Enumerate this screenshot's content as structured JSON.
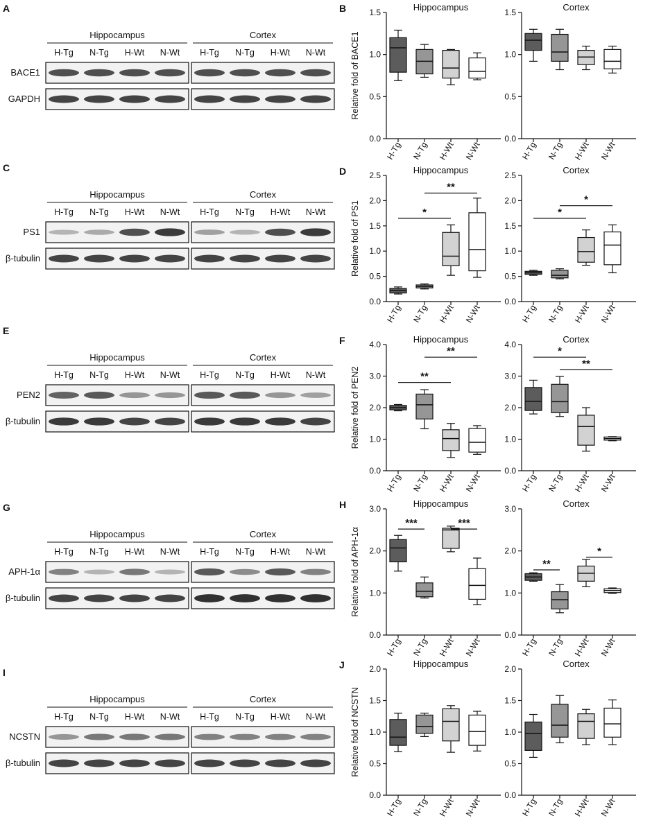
{
  "figure": {
    "colors": {
      "H-Tg": "#5c5c5c",
      "N-Tg": "#969696",
      "H-Wt": "#d2d2d2",
      "N-Wt": "#ffffff",
      "band": "#262626",
      "line": "#111111"
    }
  },
  "blots": [
    {
      "panel": "A",
      "region_labels": [
        "Hippocampus",
        "Cortex"
      ],
      "lanes": [
        "H-Tg",
        "N-Tg",
        "H-Wt",
        "N-Wt",
        "H-Tg",
        "N-Tg",
        "H-Wt",
        "N-Wt"
      ],
      "rows": [
        {
          "label": "BACE1",
          "intensity": [
            0.8,
            0.8,
            0.8,
            0.8,
            0.8,
            0.8,
            0.8,
            0.8
          ]
        },
        {
          "label": "GAPDH",
          "intensity": [
            0.85,
            0.85,
            0.85,
            0.85,
            0.85,
            0.85,
            0.85,
            0.85
          ]
        }
      ]
    },
    {
      "panel": "C",
      "region_labels": [
        "Hippocampus",
        "Cortex"
      ],
      "lanes": [
        "H-Tg",
        "N-Tg",
        "H-Wt",
        "N-Wt",
        "H-Tg",
        "N-Tg",
        "H-Wt",
        "N-Wt"
      ],
      "rows": [
        {
          "label": "PS1",
          "intensity": [
            0.3,
            0.35,
            0.8,
            0.9,
            0.4,
            0.3,
            0.8,
            0.9
          ]
        },
        {
          "label": "β-tubulin",
          "intensity": [
            0.85,
            0.85,
            0.85,
            0.85,
            0.85,
            0.85,
            0.85,
            0.85
          ]
        }
      ]
    },
    {
      "panel": "E",
      "region_labels": [
        "Hippocampus",
        "Cortex"
      ],
      "lanes": [
        "H-Tg",
        "N-Tg",
        "H-Wt",
        "N-Wt",
        "H-Tg",
        "N-Tg",
        "H-Wt",
        "N-Wt"
      ],
      "rows": [
        {
          "label": "PEN2",
          "intensity": [
            0.7,
            0.75,
            0.45,
            0.45,
            0.75,
            0.75,
            0.45,
            0.4
          ]
        },
        {
          "label": "β-tubulin",
          "intensity": [
            0.9,
            0.9,
            0.85,
            0.85,
            0.9,
            0.9,
            0.9,
            0.85
          ]
        }
      ]
    },
    {
      "panel": "G",
      "region_labels": [
        "Hippocampus",
        "Cortex"
      ],
      "lanes": [
        "H-Tg",
        "N-Tg",
        "H-Wt",
        "N-Wt",
        "H-Tg",
        "N-Tg",
        "H-Wt",
        "N-Wt"
      ],
      "rows": [
        {
          "label": "APH-1α",
          "intensity": [
            0.55,
            0.3,
            0.6,
            0.3,
            0.75,
            0.5,
            0.75,
            0.55
          ]
        },
        {
          "label": "β-tubulin",
          "intensity": [
            0.85,
            0.85,
            0.85,
            0.85,
            0.95,
            0.95,
            0.95,
            0.95
          ]
        }
      ]
    },
    {
      "panel": "I",
      "region_labels": [
        "Hippocampus",
        "Cortex"
      ],
      "lanes": [
        "H-Tg",
        "N-Tg",
        "H-Wt",
        "N-Wt",
        "H-Tg",
        "N-Tg",
        "H-Wt",
        "N-Wt"
      ],
      "rows": [
        {
          "label": "NCSTN",
          "intensity": [
            0.45,
            0.6,
            0.6,
            0.6,
            0.55,
            0.55,
            0.55,
            0.55
          ]
        },
        {
          "label": "β-tubulin",
          "intensity": [
            0.85,
            0.85,
            0.85,
            0.85,
            0.85,
            0.85,
            0.85,
            0.85
          ]
        }
      ]
    }
  ],
  "chart_data": [
    {
      "panel": "B",
      "type": "box",
      "title": "Hippocampus",
      "ylabel": "Relative fold of BACE1",
      "ylim": [
        0,
        1.5
      ],
      "yticks": [
        0.0,
        0.5,
        1.0,
        1.5
      ],
      "tick_format": "0.0",
      "categories": [
        "H-Tg",
        "N-Tg",
        "H-Wt",
        "N-Wt"
      ],
      "boxes": [
        {
          "min": 0.69,
          "q1": 0.79,
          "median": 1.08,
          "q3": 1.2,
          "max": 1.29
        },
        {
          "min": 0.73,
          "q1": 0.77,
          "median": 0.92,
          "q3": 1.06,
          "max": 1.12
        },
        {
          "min": 0.64,
          "q1": 0.72,
          "median": 0.84,
          "q3": 1.05,
          "max": 1.06
        },
        {
          "min": 0.7,
          "q1": 0.72,
          "median": 0.8,
          "q3": 0.96,
          "max": 1.02
        }
      ],
      "significance": []
    },
    {
      "panel": "B",
      "type": "box",
      "title": "Cortex",
      "ylabel": "",
      "ylim": [
        0,
        1.5
      ],
      "yticks": [
        0.0,
        0.5,
        1.0,
        1.5
      ],
      "tick_format": "0.0",
      "categories": [
        "H-Tg",
        "N-Tg",
        "H-Wt",
        "N-Wt"
      ],
      "boxes": [
        {
          "min": 0.92,
          "q1": 1.05,
          "median": 1.17,
          "q3": 1.25,
          "max": 1.3
        },
        {
          "min": 0.82,
          "q1": 0.92,
          "median": 1.03,
          "q3": 1.24,
          "max": 1.3
        },
        {
          "min": 0.82,
          "q1": 0.88,
          "median": 0.97,
          "q3": 1.05,
          "max": 1.1
        },
        {
          "min": 0.78,
          "q1": 0.83,
          "median": 0.92,
          "q3": 1.06,
          "max": 1.1
        }
      ],
      "significance": []
    },
    {
      "panel": "D",
      "type": "box",
      "title": "Hippocampus",
      "ylabel": "Relative fold of PS1",
      "ylim": [
        0,
        2.5
      ],
      "yticks": [
        0.0,
        0.5,
        1.0,
        1.5,
        2.0,
        2.5
      ],
      "tick_format": "0.0",
      "categories": [
        "H-Tg",
        "N-Tg",
        "H-Wt",
        "N-Wt"
      ],
      "boxes": [
        {
          "min": 0.15,
          "q1": 0.17,
          "median": 0.22,
          "q3": 0.26,
          "max": 0.29
        },
        {
          "min": 0.25,
          "q1": 0.27,
          "median": 0.3,
          "q3": 0.33,
          "max": 0.35
        },
        {
          "min": 0.52,
          "q1": 0.71,
          "median": 0.9,
          "q3": 1.37,
          "max": 1.52
        },
        {
          "min": 0.48,
          "q1": 0.61,
          "median": 1.03,
          "q3": 1.76,
          "max": 2.05
        }
      ],
      "significance": [
        {
          "from": 0,
          "to": 2,
          "y": 1.65,
          "label": "*"
        },
        {
          "from": 1,
          "to": 3,
          "y": 2.15,
          "label": "**"
        }
      ]
    },
    {
      "panel": "D",
      "type": "box",
      "title": "Cortex",
      "ylabel": "",
      "ylim": [
        0,
        2.5
      ],
      "yticks": [
        0.0,
        0.5,
        1.0,
        1.5,
        2.0,
        2.5
      ],
      "tick_format": "0.0",
      "categories": [
        "H-Tg",
        "N-Tg",
        "H-Wt",
        "N-Wt"
      ],
      "boxes": [
        {
          "min": 0.52,
          "q1": 0.54,
          "median": 0.57,
          "q3": 0.6,
          "max": 0.62
        },
        {
          "min": 0.45,
          "q1": 0.47,
          "median": 0.52,
          "q3": 0.62,
          "max": 0.65
        },
        {
          "min": 0.72,
          "q1": 0.78,
          "median": 0.99,
          "q3": 1.27,
          "max": 1.42
        },
        {
          "min": 0.57,
          "q1": 0.73,
          "median": 1.12,
          "q3": 1.38,
          "max": 1.52
        }
      ],
      "significance": [
        {
          "from": 0,
          "to": 2,
          "y": 1.65,
          "label": "*"
        },
        {
          "from": 1,
          "to": 3,
          "y": 1.9,
          "label": "*"
        }
      ]
    },
    {
      "panel": "F",
      "type": "box",
      "title": "Hippocampus",
      "ylabel": "Relative fold of PEN2",
      "ylim": [
        0,
        4.0
      ],
      "yticks": [
        0.0,
        1.0,
        2.0,
        3.0,
        4.0
      ],
      "tick_format": "0.0",
      "categories": [
        "H-Tg",
        "N-Tg",
        "H-Wt",
        "N-Wt"
      ],
      "boxes": [
        {
          "min": 1.9,
          "q1": 1.93,
          "median": 2.0,
          "q3": 2.07,
          "max": 2.1
        },
        {
          "min": 1.33,
          "q1": 1.64,
          "median": 2.09,
          "q3": 2.43,
          "max": 2.57
        },
        {
          "min": 0.42,
          "q1": 0.64,
          "median": 1.02,
          "q3": 1.3,
          "max": 1.5
        },
        {
          "min": 0.52,
          "q1": 0.59,
          "median": 0.9,
          "q3": 1.34,
          "max": 1.43
        }
      ],
      "significance": [
        {
          "from": 0,
          "to": 2,
          "y": 2.8,
          "label": "**"
        },
        {
          "from": 1,
          "to": 3,
          "y": 3.6,
          "label": "**"
        }
      ]
    },
    {
      "panel": "F",
      "type": "box",
      "title": "Cortex",
      "ylabel": "",
      "ylim": [
        0,
        4.0
      ],
      "yticks": [
        0.0,
        1.0,
        2.0,
        3.0,
        4.0
      ],
      "tick_format": "0.0",
      "categories": [
        "H-Tg",
        "N-Tg",
        "H-Wt",
        "N-Wt"
      ],
      "boxes": [
        {
          "min": 1.8,
          "q1": 1.91,
          "median": 2.2,
          "q3": 2.64,
          "max": 2.87
        },
        {
          "min": 1.72,
          "q1": 1.84,
          "median": 2.19,
          "q3": 2.74,
          "max": 2.99
        },
        {
          "min": 0.62,
          "q1": 0.81,
          "median": 1.4,
          "q3": 1.76,
          "max": 2.0
        },
        {
          "min": 0.95,
          "q1": 0.97,
          "median": 1.02,
          "q3": 1.07,
          "max": 1.08
        }
      ],
      "significance": [
        {
          "from": 0,
          "to": 2,
          "y": 3.6,
          "label": "*"
        },
        {
          "from": 1,
          "to": 3,
          "y": 3.2,
          "label": "**"
        }
      ]
    },
    {
      "panel": "H",
      "type": "box",
      "title": "Hippocampus",
      "ylabel": "Relative fold of APH-1α",
      "ylim": [
        0,
        3.0
      ],
      "yticks": [
        0.0,
        1.0,
        2.0,
        3.0
      ],
      "tick_format": "0.0",
      "categories": [
        "H-Tg",
        "N-Tg",
        "H-Wt",
        "N-Wt"
      ],
      "boxes": [
        {
          "min": 1.52,
          "q1": 1.74,
          "median": 2.07,
          "q3": 2.27,
          "max": 2.37
        },
        {
          "min": 0.88,
          "q1": 0.91,
          "median": 1.04,
          "q3": 1.24,
          "max": 1.38
        },
        {
          "min": 1.98,
          "q1": 2.06,
          "median": 2.5,
          "q3": 2.54,
          "max": 2.59
        },
        {
          "min": 0.72,
          "q1": 0.85,
          "median": 1.18,
          "q3": 1.58,
          "max": 1.83
        }
      ],
      "significance": [
        {
          "from": 0,
          "to": 1,
          "y": 2.52,
          "label": "***"
        },
        {
          "from": 2,
          "to": 3,
          "y": 2.52,
          "label": "***"
        }
      ]
    },
    {
      "panel": "H",
      "type": "box",
      "title": "Cortex",
      "ylabel": "",
      "ylim": [
        0,
        3.0
      ],
      "yticks": [
        0.0,
        1.0,
        2.0,
        3.0
      ],
      "tick_format": "0.0",
      "categories": [
        "H-Tg",
        "N-Tg",
        "H-Wt",
        "N-Wt"
      ],
      "boxes": [
        {
          "min": 1.28,
          "q1": 1.3,
          "median": 1.38,
          "q3": 1.46,
          "max": 1.48
        },
        {
          "min": 0.53,
          "q1": 0.62,
          "median": 0.84,
          "q3": 1.03,
          "max": 1.2
        },
        {
          "min": 1.15,
          "q1": 1.28,
          "median": 1.47,
          "q3": 1.64,
          "max": 1.8
        },
        {
          "min": 0.99,
          "q1": 1.01,
          "median": 1.06,
          "q3": 1.1,
          "max": 1.12
        }
      ],
      "significance": [
        {
          "from": 0,
          "to": 1,
          "y": 1.55,
          "label": "**"
        },
        {
          "from": 2,
          "to": 3,
          "y": 1.85,
          "label": "*"
        }
      ]
    },
    {
      "panel": "J",
      "type": "box",
      "title": "Hippocampus",
      "ylabel": "Relative fold of NCSTN",
      "ylim": [
        0,
        2.0
      ],
      "yticks": [
        0.0,
        0.5,
        1.0,
        1.5,
        2.0
      ],
      "tick_format": "0.0",
      "categories": [
        "H-Tg",
        "N-Tg",
        "H-Wt",
        "N-Wt"
      ],
      "boxes": [
        {
          "min": 0.69,
          "q1": 0.79,
          "median": 0.92,
          "q3": 1.2,
          "max": 1.3
        },
        {
          "min": 0.93,
          "q1": 0.98,
          "median": 1.09,
          "q3": 1.27,
          "max": 1.3
        },
        {
          "min": 0.68,
          "q1": 0.86,
          "median": 1.17,
          "q3": 1.37,
          "max": 1.42
        },
        {
          "min": 0.7,
          "q1": 0.79,
          "median": 1.01,
          "q3": 1.27,
          "max": 1.33
        }
      ],
      "significance": []
    },
    {
      "panel": "J",
      "type": "box",
      "title": "Cortex",
      "ylabel": "",
      "ylim": [
        0,
        2.0
      ],
      "yticks": [
        0.0,
        0.5,
        1.0,
        1.5,
        2.0
      ],
      "tick_format": "0.0",
      "categories": [
        "H-Tg",
        "N-Tg",
        "H-Wt",
        "N-Wt"
      ],
      "boxes": [
        {
          "min": 0.6,
          "q1": 0.71,
          "median": 0.98,
          "q3": 1.16,
          "max": 1.28
        },
        {
          "min": 0.83,
          "q1": 0.92,
          "median": 1.11,
          "q3": 1.44,
          "max": 1.58
        },
        {
          "min": 0.8,
          "q1": 0.9,
          "median": 1.17,
          "q3": 1.29,
          "max": 1.36
        },
        {
          "min": 0.8,
          "q1": 0.92,
          "median": 1.13,
          "q3": 1.38,
          "max": 1.51
        }
      ],
      "significance": []
    }
  ]
}
